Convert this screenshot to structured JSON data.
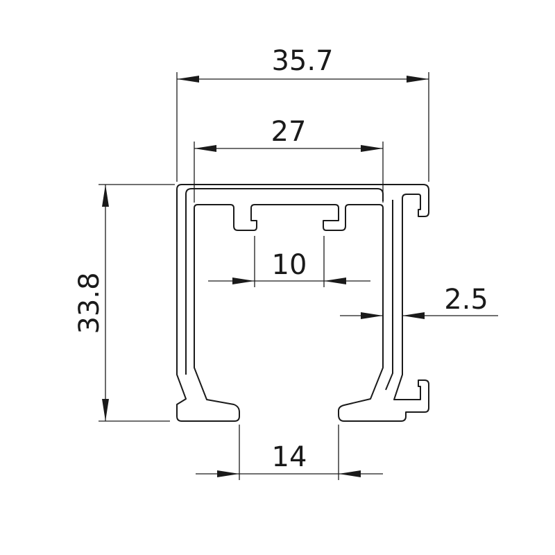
{
  "drawing": {
    "type": "aluminium track profile cross-section",
    "line_color": "#1a1a1a",
    "background": "#ffffff"
  },
  "dimensions": {
    "overall_width": "35.7",
    "inner_width": "27",
    "slot_width": "10",
    "wall_thickness": "2.5",
    "height": "33.8",
    "bottom_opening": "14"
  }
}
